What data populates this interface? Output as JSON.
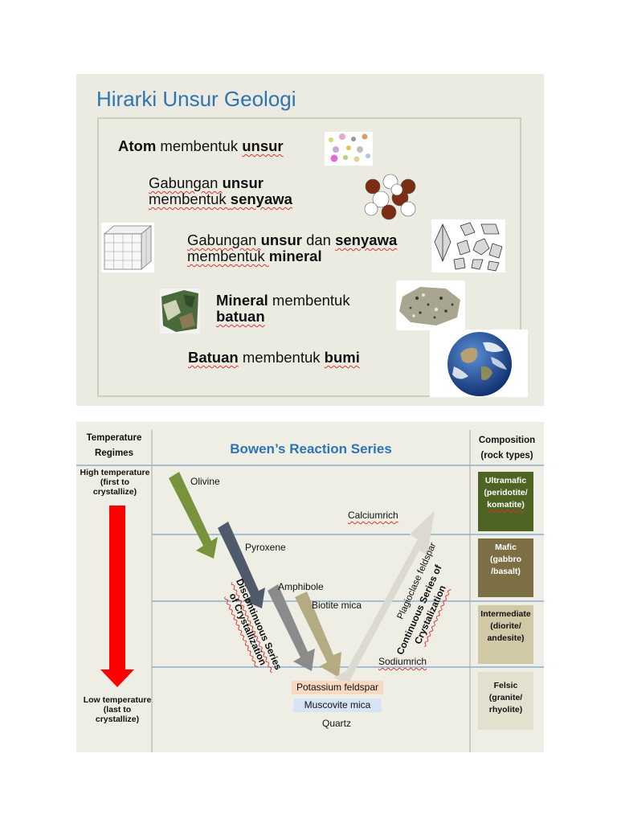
{
  "hierarchy": {
    "title": "Hirarki Unsur Geologi",
    "lines": [
      {
        "a": "Atom",
        "b": " membentuk ",
        "c": "unsur"
      },
      {
        "a": "Gabungan ",
        "b": "unsur",
        "c": "membentuk ",
        "d": "senyawa"
      },
      {
        "a": "Gabungan ",
        "b": "unsur",
        "c": " dan ",
        "d": "senyawa",
        "e": "membentuk ",
        "f": "mineral"
      },
      {
        "a": "Mineral",
        "b": " membentuk",
        "c": "batuan"
      },
      {
        "a": "Batuan",
        "b": " membentuk ",
        "c": "bumi"
      }
    ]
  },
  "bowen": {
    "title": "Bowen’s Reaction Series",
    "temp_header": [
      "Temperature",
      "Regimes"
    ],
    "comp_header": [
      "Composition",
      "(rock types)"
    ],
    "high_temp": [
      "High temperature",
      "(first to",
      "crystallize)"
    ],
    "low_temp": [
      "Low temperature",
      "(last to",
      "crystallize)"
    ],
    "minerals": {
      "olivine": "Olivine",
      "pyroxene": "Pyroxene",
      "amphibole": "Amphibole",
      "biotite": "Biotite mica",
      "kfeldspar": "Potassium feldspar",
      "muscovite": "Muscovite mica",
      "quartz": "Quartz",
      "calciumrich": "Calciumrich",
      "sodiumrich": "Sodiumrich",
      "plagioclase": "Plagioclase feldspar"
    },
    "discontinuous": [
      "Discontinuous Series",
      "of Crystallization"
    ],
    "continuous": [
      "Continuous Series of",
      "Crystalization"
    ],
    "compositions": [
      {
        "lines": [
          "Ultramafic",
          "(peridotite/",
          "komatite)"
        ],
        "bg": "#4d6425",
        "fg": "#ffffff"
      },
      {
        "lines": [
          "Mafic",
          "(gabbro",
          "/basalt)"
        ],
        "bg": "#7c6e45",
        "fg": "#ffffff"
      },
      {
        "lines": [
          "Intermediate",
          "(diorite/",
          "andesite)"
        ],
        "bg": "#d1c8a6",
        "fg": "#111111"
      },
      {
        "lines": [
          "Felsic",
          "(granite/",
          "rhyolite)"
        ],
        "bg": "#e4e0cf",
        "fg": "#111111"
      }
    ],
    "colors": {
      "olivine_arrow": "#77933c",
      "pyroxene_arrow": "#4f5a6a",
      "amphibole_arrow": "#8b8b8b",
      "biotite_arrow": "#b4ab83",
      "plagioclase_arrow": "#dcdad0",
      "temperature_arrow": "#ff0000",
      "title": "#2e74b5",
      "grid_line": "#5b8fc8"
    }
  }
}
